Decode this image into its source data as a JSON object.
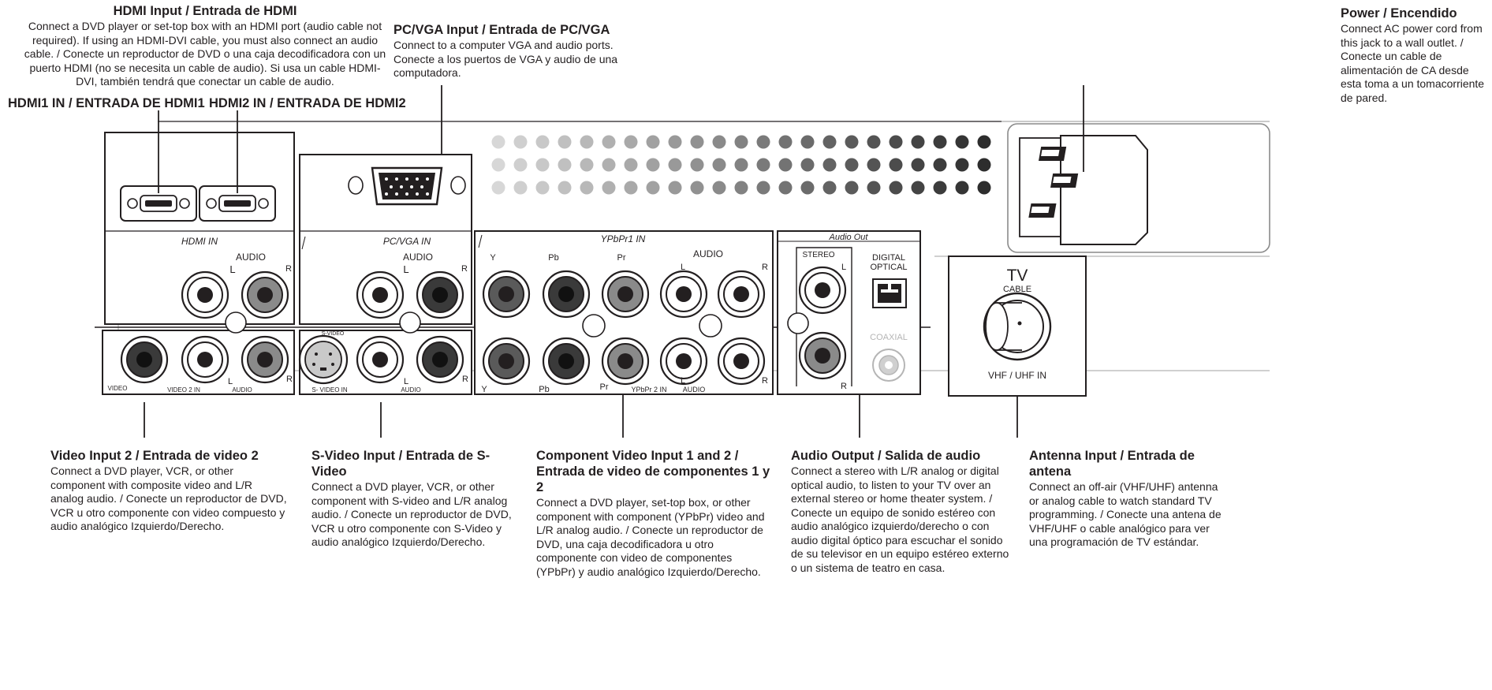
{
  "callouts": {
    "hdmi": {
      "title": "HDMI Input / Entrada de HDMI",
      "text": "Connect a DVD player or set-top box with an HDMI port (audio cable not required). If using an HDMI-DVI cable, you must also connect an audio cable. / Conecte un reproductor de DVD o una caja decodificadora con un puerto HDMI (no se necesita un cable de audio). Si usa un cable HDMI-DVI, también tendrá que conectar un cable de audio."
    },
    "pcvga": {
      "title": "PC/VGA Input / Entrada de PC/VGA",
      "text": "Connect to a computer VGA and audio ports. Conecte a los puertos de VGA y audio de una computadora."
    },
    "power": {
      "title": "Power / Encendido",
      "text": "Connect AC power cord from this jack to a wall outlet. / Conecte un cable de alimentación de CA desde esta toma a un tomacorriente de pared."
    },
    "video2": {
      "title": "Video Input 2 / Entrada de video 2",
      "text": "Connect a DVD player, VCR, or other component with composite video and L/R analog audio. / Conecte un reproductor de DVD, VCR u otro componente con video compuesto y audio analógico Izquierdo/Derecho."
    },
    "svideo": {
      "title": "S-Video Input / Entrada de S-Video",
      "text": "Connect a DVD player, VCR, or other component with S-video and L/R analog audio. / Conecte un reproductor de DVD, VCR u otro componente con S-Video y audio analógico Izquierdo/Derecho."
    },
    "component": {
      "title": "Component Video Input 1 and 2 / Entrada de video de componentes 1 y 2",
      "text": "Connect a DVD player, set-top box, or other component with component (YPbPr) video and L/R analog audio. / Conecte un reproductor de DVD, una caja decodificadora u otro componente con video de componentes (YPbPr) y audio analógico Izquierdo/Derecho."
    },
    "audioout": {
      "title": "Audio Output / Salida de audio",
      "text": "Connect a stereo with L/R analog or digital optical audio, to listen to your TV over an external stereo or home theater system. / Conecte un equipo de sonido estéreo con audio analógico izquierdo/derecho o con audio digital óptico para escuchar el sonido de su televisor en un equipo estéreo externo o un sistema de teatro en casa."
    },
    "antenna": {
      "title": "Antenna Input / Entrada de antena",
      "text": "Connect an off-air (VHF/UHF) antenna or analog cable to watch standard TV programming. / Conecte una antena de VHF/UHF o cable analógico para ver una programación de TV estándar."
    }
  },
  "port_labels": {
    "hdmi1": "HDMI1 IN / ENTRADA DE HDMI1",
    "hdmi2": "HDMI2 IN / ENTRADA DE HDMI2"
  },
  "panel": {
    "hdmi_in": "HDMI IN",
    "pcvga_in": "PC/VGA IN",
    "ypbpr1_in": "YPbPr1 IN",
    "audio_out": "Audio Out",
    "audio": "AUDIO",
    "l": "L",
    "r": "R",
    "y": "Y",
    "pb": "Pb",
    "pr": "Pr",
    "stereo": "STEREO",
    "digital": "DIGITAL",
    "optical": "OPTICAL",
    "coaxial": "COAXIAL",
    "video": "VIDEO",
    "video2_in": "VIDEO 2 IN",
    "s_video": "S-VIDEO",
    "s_video_in": "S- VIDEO IN",
    "ypbpr2_in": "YPbPr 2 IN",
    "tv": "TV",
    "cable": "CABLE",
    "vhf_uhf_in": "VHF / UHF IN"
  }
}
